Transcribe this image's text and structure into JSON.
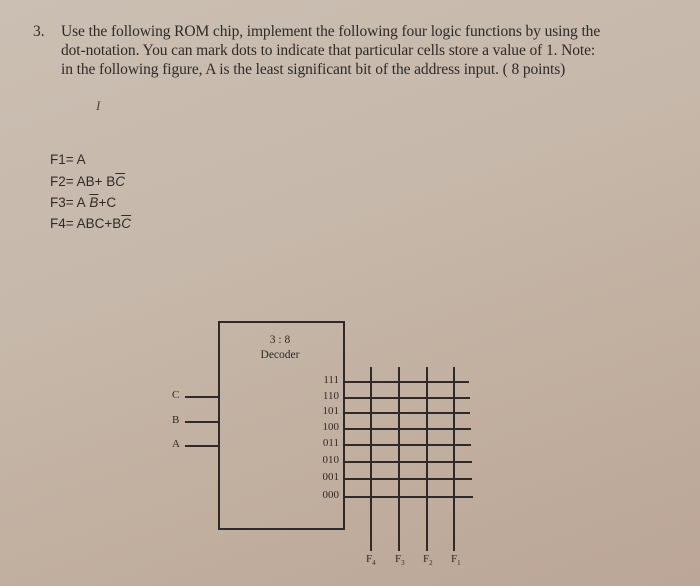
{
  "question": {
    "number": "3.",
    "lines": [
      "Use the following ROM chip, implement the following four logic functions by using the",
      "dot-notation. You can mark dots to indicate that particular cells store a value of 1. Note:",
      "in the following figure, A is the least significant bit of the address input.  ( 8 points)"
    ],
    "cursor_mark": "I"
  },
  "functions": [
    {
      "label": "F1= A",
      "plain": "A"
    },
    {
      "label": "F2= AB+ B",
      "overbar": "C"
    },
    {
      "label": "F3= A",
      "overbar": "B",
      "tail": "+C"
    },
    {
      "label": "F4= ABC+B",
      "overbar": "C"
    }
  ],
  "decoder": {
    "ratio": "3 : 8",
    "title": "Decoder",
    "inputs": [
      "C",
      "B",
      "A"
    ],
    "outputs": [
      "111",
      "110",
      "101",
      "100",
      "011",
      "010",
      "001",
      "000"
    ]
  },
  "rom_outputs": [
    {
      "name": "F",
      "sub": "4"
    },
    {
      "name": "F",
      "sub": "3"
    },
    {
      "name": "F",
      "sub": "2"
    },
    {
      "name": "F",
      "sub": "1"
    }
  ],
  "colors": {
    "ink": "#2f2a27",
    "paper": "#c6b8aa"
  }
}
